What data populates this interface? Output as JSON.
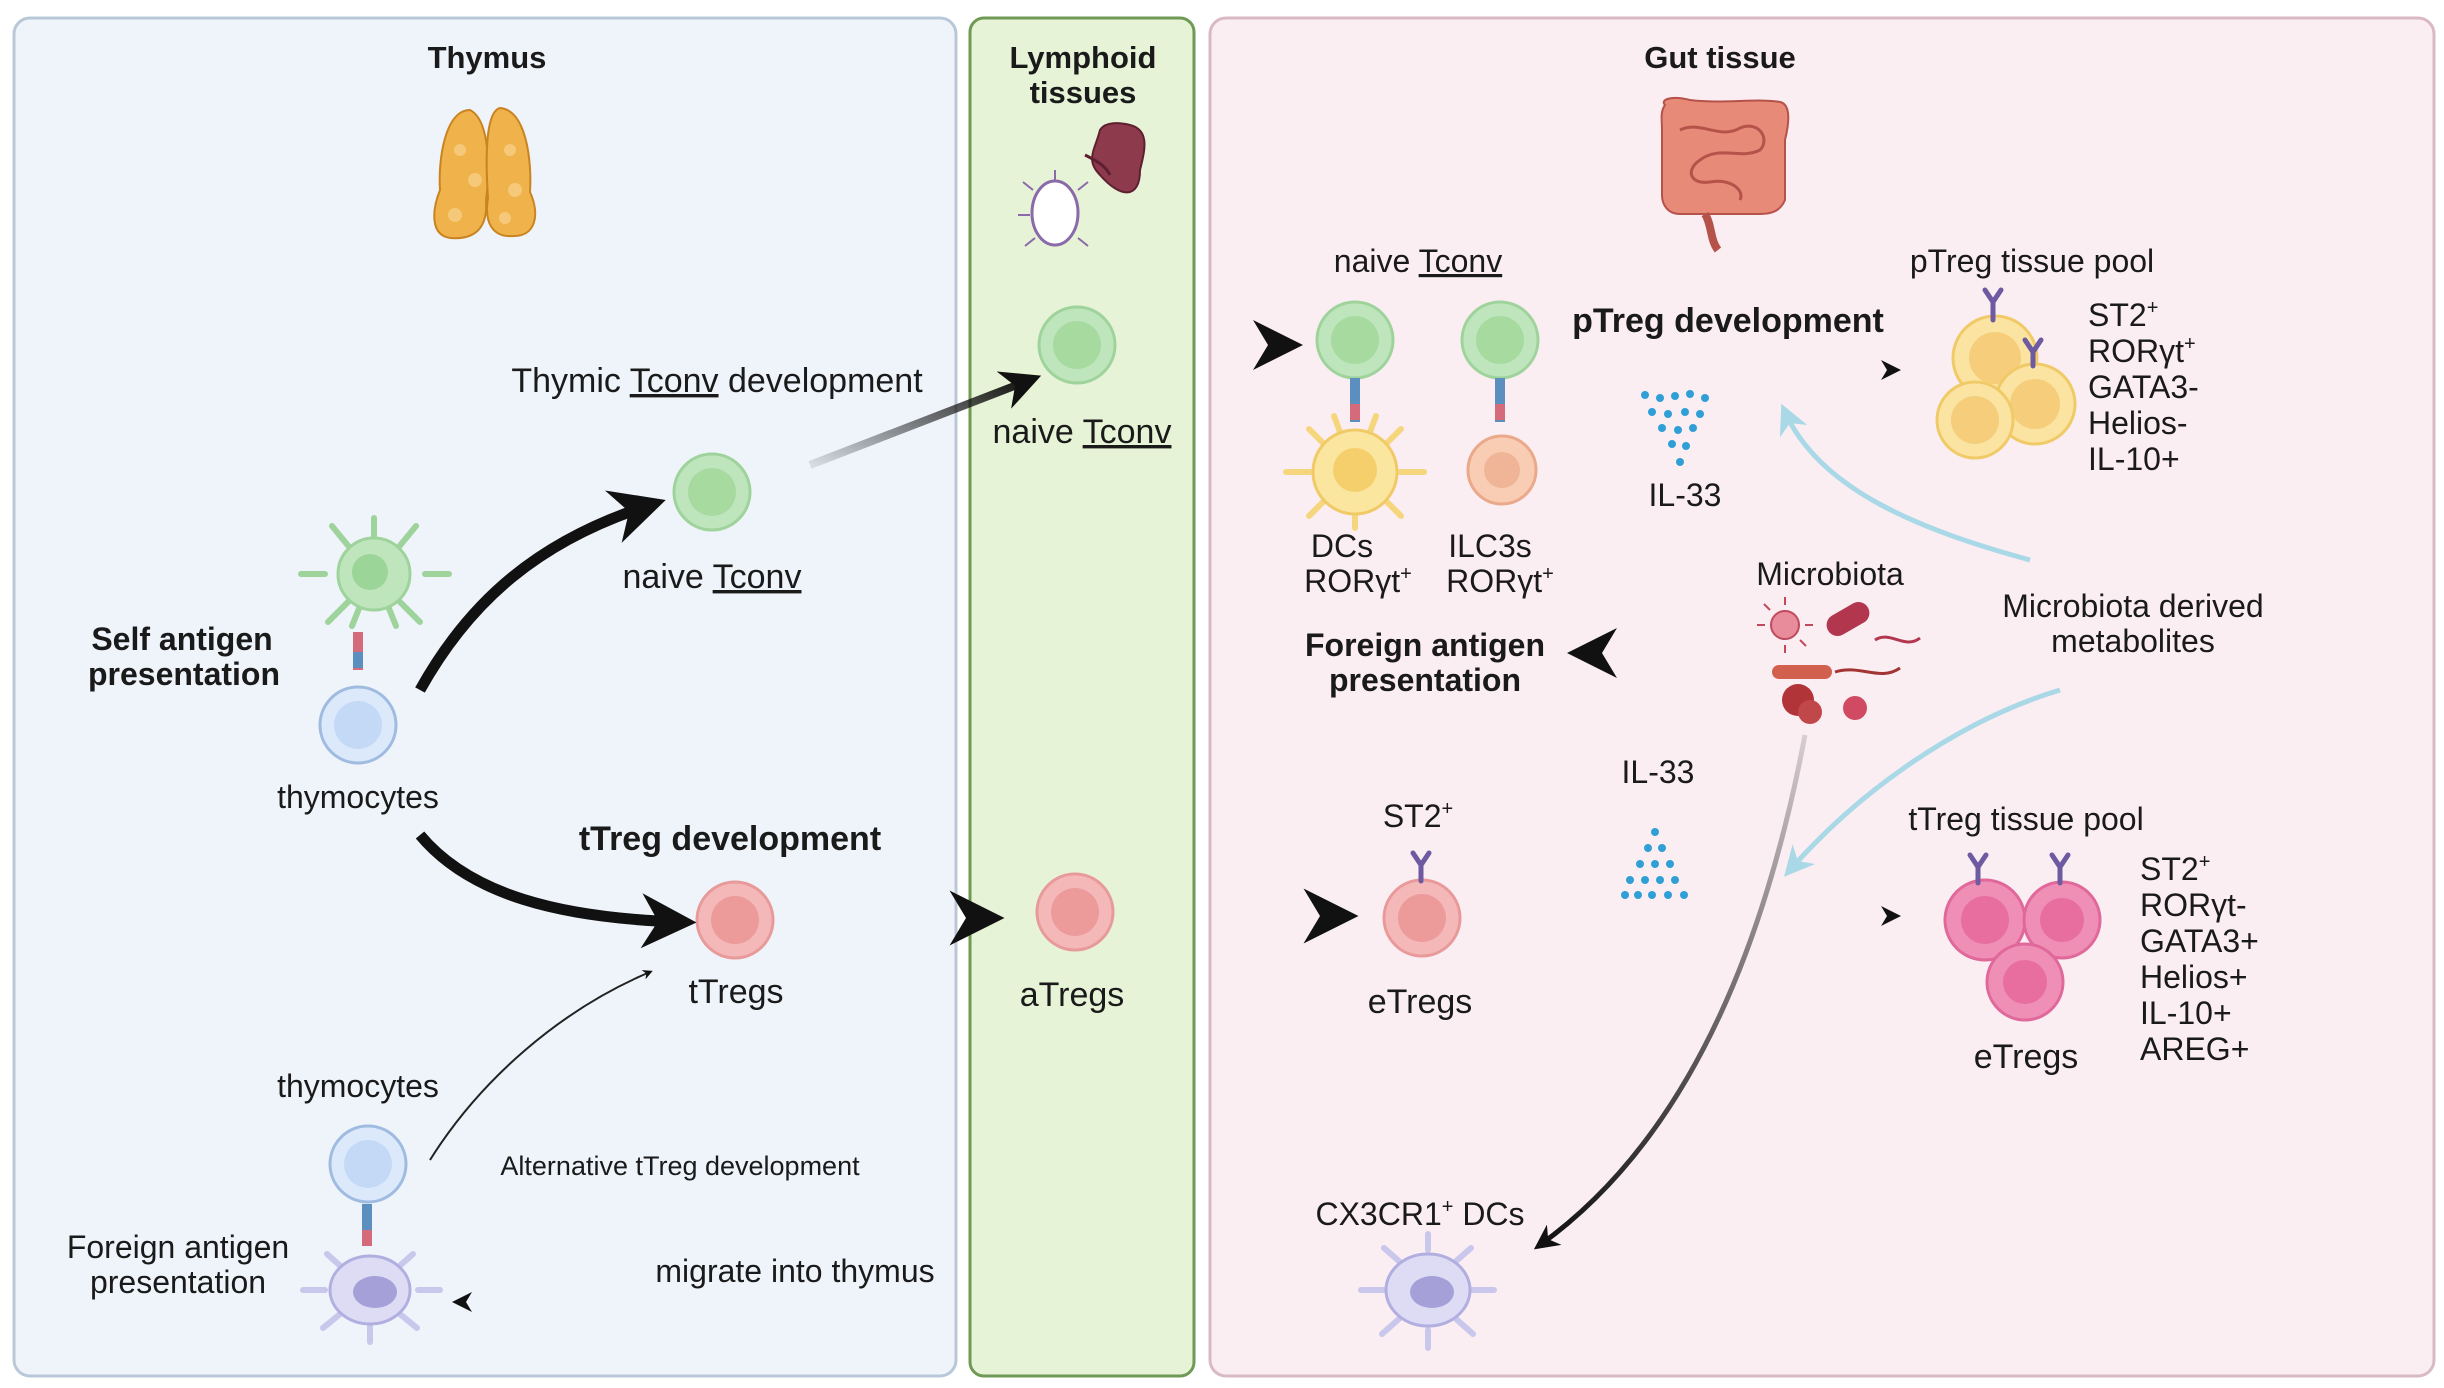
{
  "panels": {
    "thymus": "Thymus",
    "lymphoid": [
      "Lymphoid",
      "tissues"
    ],
    "gut": "Gut tissue"
  },
  "thymus": {
    "self_antigen": [
      "Self antigen",
      "presentation"
    ],
    "thymocytes_top": "thymocytes",
    "thymic_dev_prefix": "Thymic ",
    "thymic_dev_tconv": "Tconv",
    "thymic_dev_suffix": " development",
    "naive_prefix": "naive ",
    "naive_tconv": "Tconv",
    "ttreg_dev": "tTreg development",
    "ttregs": "tTregs",
    "thymocytes_bottom": "thymocytes",
    "alt_dev": "Alternative tTreg development",
    "foreign_antigen": [
      "Foreign antigen",
      "presentation"
    ],
    "migrate": "migrate into thymus"
  },
  "lymphoid": {
    "naive_prefix": "naive ",
    "naive_tconv": "Tconv",
    "atregs": "aTregs"
  },
  "gut": {
    "naive_prefix": "naive ",
    "naive_tconv": "Tconv",
    "dcs": [
      "DCs",
      "RORγt"
    ],
    "ilc3s": [
      "ILC3s",
      "RORγt"
    ],
    "sup_plus": "+",
    "ptreg_dev": "pTreg development",
    "il33_top": "IL-33",
    "ptreg_pool": "pTreg tissue pool",
    "ptreg_markers": [
      "ST2",
      "RORγt",
      "GATA3-",
      "Helios-",
      "IL-10+"
    ],
    "microbiota": "Microbiota",
    "metabolites": [
      "Microbiota derived",
      "metabolites"
    ],
    "foreign_antigen": [
      "Foreign antigen",
      "presentation"
    ],
    "il33_bottom": "IL-33",
    "st2": "ST2",
    "etregs": "eTregs",
    "ttreg_pool": "tTreg tissue pool",
    "ttreg_markers": [
      "ST2",
      "RORγt-",
      "GATA3+",
      "Helios+",
      "IL-10+",
      "AREG+"
    ],
    "etregs_pool": "eTregs",
    "cx3cr1_a": "CX3CR1",
    "cx3cr1_b": " DCs"
  },
  "colors": {
    "thymus_bg": "#eef4fa",
    "lymphoid_bg": "#e6f3d6",
    "gut_bg": "#fbeef3",
    "naive_cell": "#bfe5bd",
    "treg_cell": "#f4b8b8",
    "ptreg_cell": "#fbe3a1",
    "etreg_pool_cell": "#ef8fb5",
    "dc_yellow": "#fbe6a0",
    "dc_purple": "#c9c7ec",
    "thymocyte": "#dbe9fb",
    "ilc3": "#f8cdb3",
    "il33_dots": "#2f9fd6",
    "metabolite_arrow": "#a9d8e6",
    "underline": "#d00000"
  }
}
